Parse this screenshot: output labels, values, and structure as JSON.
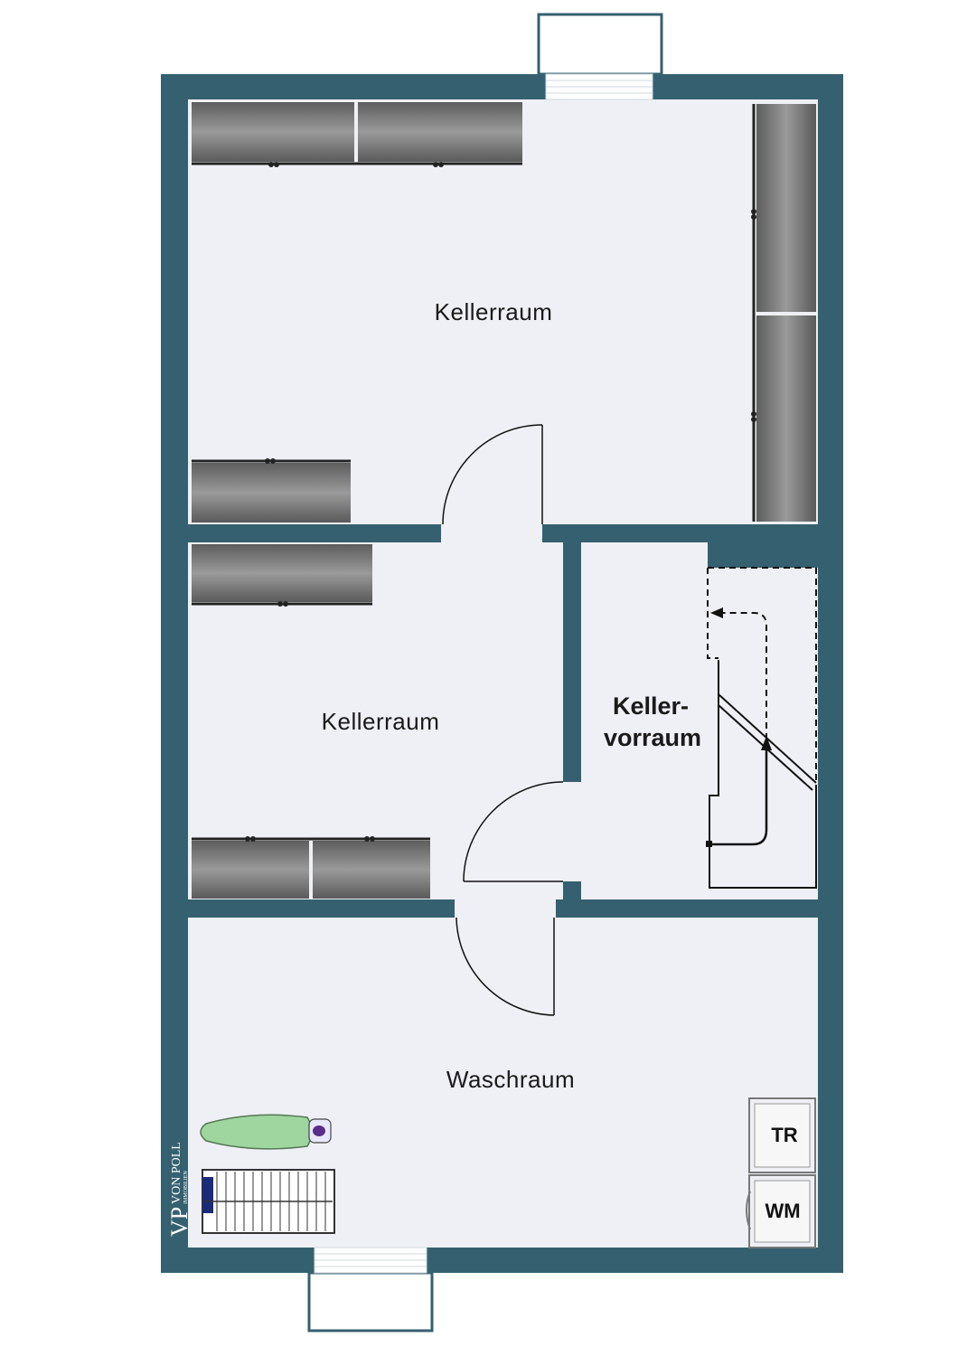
{
  "colors": {
    "wall": "#35606f",
    "floor": "#eff0f5",
    "shelf_dark": "#6a6a6a",
    "shelf_light": "#8f8f8f",
    "line": "#111111",
    "board": "#9fd59f"
  },
  "rooms": {
    "top": {
      "label": "Kellerraum"
    },
    "middle": {
      "label": "Kellerraum"
    },
    "vorraum": {
      "label_line1": "Keller-",
      "label_line2": "vorraum"
    },
    "bottom": {
      "label": "Waschraum"
    }
  },
  "appliances": {
    "dryer": {
      "label": "TR"
    },
    "washer": {
      "label": "WM"
    }
  },
  "logo": {
    "mark": "VP",
    "name": "VON POLL",
    "sub": "IMMOBILIEN"
  },
  "icons": {
    "doors": "door-swing-icon",
    "stairs": "staircase-icon",
    "ironing": "ironing-board-icon",
    "rack": "drying-rack-icon"
  }
}
